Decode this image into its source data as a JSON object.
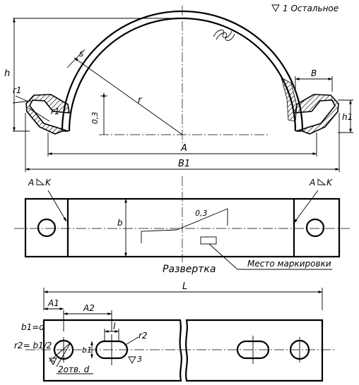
{
  "roughness_note": "1 Остальное",
  "top_view": {
    "label_h": "h",
    "label_s": "s",
    "label_r": "r",
    "label_r1_left": "r1",
    "label_r1_inner": "r1",
    "label_03": "0,3",
    "label_B": "B",
    "label_h1": "h1",
    "label_A": "A",
    "label_B1": "B1"
  },
  "middle_view": {
    "section_left": "A",
    "section_left_k": "K",
    "section_right": "A",
    "section_right_k": "K",
    "label_b": "b",
    "label_03": "0,3",
    "caption": "Развертка",
    "marking_label": "Место маркировки"
  },
  "bottom_view": {
    "label_L": "L",
    "label_A1": "A1",
    "label_A2": "A2",
    "label_l": "l",
    "label_r2": "r2",
    "label_b1": "b1",
    "note_b1_eq_d": "b1=d",
    "note_r2_formula": "r2= b1/2",
    "note_holes": "2отв. d",
    "roughness_3a": "3",
    "roughness_3b": "3"
  }
}
